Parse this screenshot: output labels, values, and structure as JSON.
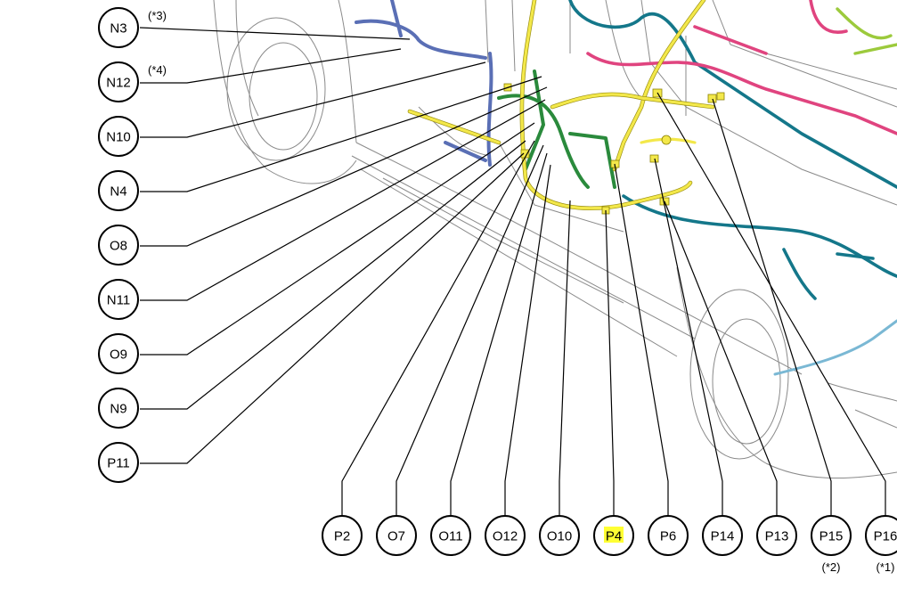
{
  "callouts": [
    {
      "id": "N3",
      "label": "N3",
      "note": "(*3)",
      "highlight": false
    },
    {
      "id": "N12",
      "label": "N12",
      "note": "(*4)",
      "highlight": false
    },
    {
      "id": "N10",
      "label": "N10",
      "note": "",
      "highlight": false
    },
    {
      "id": "N4",
      "label": "N4",
      "note": "",
      "highlight": false
    },
    {
      "id": "O8",
      "label": "O8",
      "note": "",
      "highlight": false
    },
    {
      "id": "N11",
      "label": "N11",
      "note": "",
      "highlight": false
    },
    {
      "id": "O9",
      "label": "O9",
      "note": "",
      "highlight": false
    },
    {
      "id": "N9",
      "label": "N9",
      "note": "",
      "highlight": false
    },
    {
      "id": "P11",
      "label": "P11",
      "note": "",
      "highlight": false
    },
    {
      "id": "P2",
      "label": "P2",
      "note": "",
      "highlight": false
    },
    {
      "id": "O7",
      "label": "O7",
      "note": "",
      "highlight": false
    },
    {
      "id": "O11",
      "label": "O11",
      "note": "",
      "highlight": false
    },
    {
      "id": "O12",
      "label": "O12",
      "note": "",
      "highlight": false
    },
    {
      "id": "O10",
      "label": "O10",
      "note": "",
      "highlight": false
    },
    {
      "id": "P4",
      "label": "P4",
      "note": "",
      "highlight": true
    },
    {
      "id": "P6",
      "label": "P6",
      "note": "",
      "highlight": false
    },
    {
      "id": "P14",
      "label": "P14",
      "note": "",
      "highlight": false
    },
    {
      "id": "P13",
      "label": "P13",
      "note": "",
      "highlight": false
    },
    {
      "id": "P15",
      "label": "P15",
      "note": "(*2)",
      "highlight": false
    },
    {
      "id": "P16",
      "label": "P16",
      "note": "(*1)",
      "highlight": false
    }
  ],
  "colors": {
    "highlight": "#ffff33",
    "harness_yellow": "#f3e84a",
    "harness_pink": "#e0447f",
    "harness_teal": "#14778a",
    "harness_green": "#2a8a3c",
    "harness_blue": "#5a6fb5",
    "harness_lime": "#9cca3c",
    "harness_light_blue": "#7ab8d4"
  }
}
